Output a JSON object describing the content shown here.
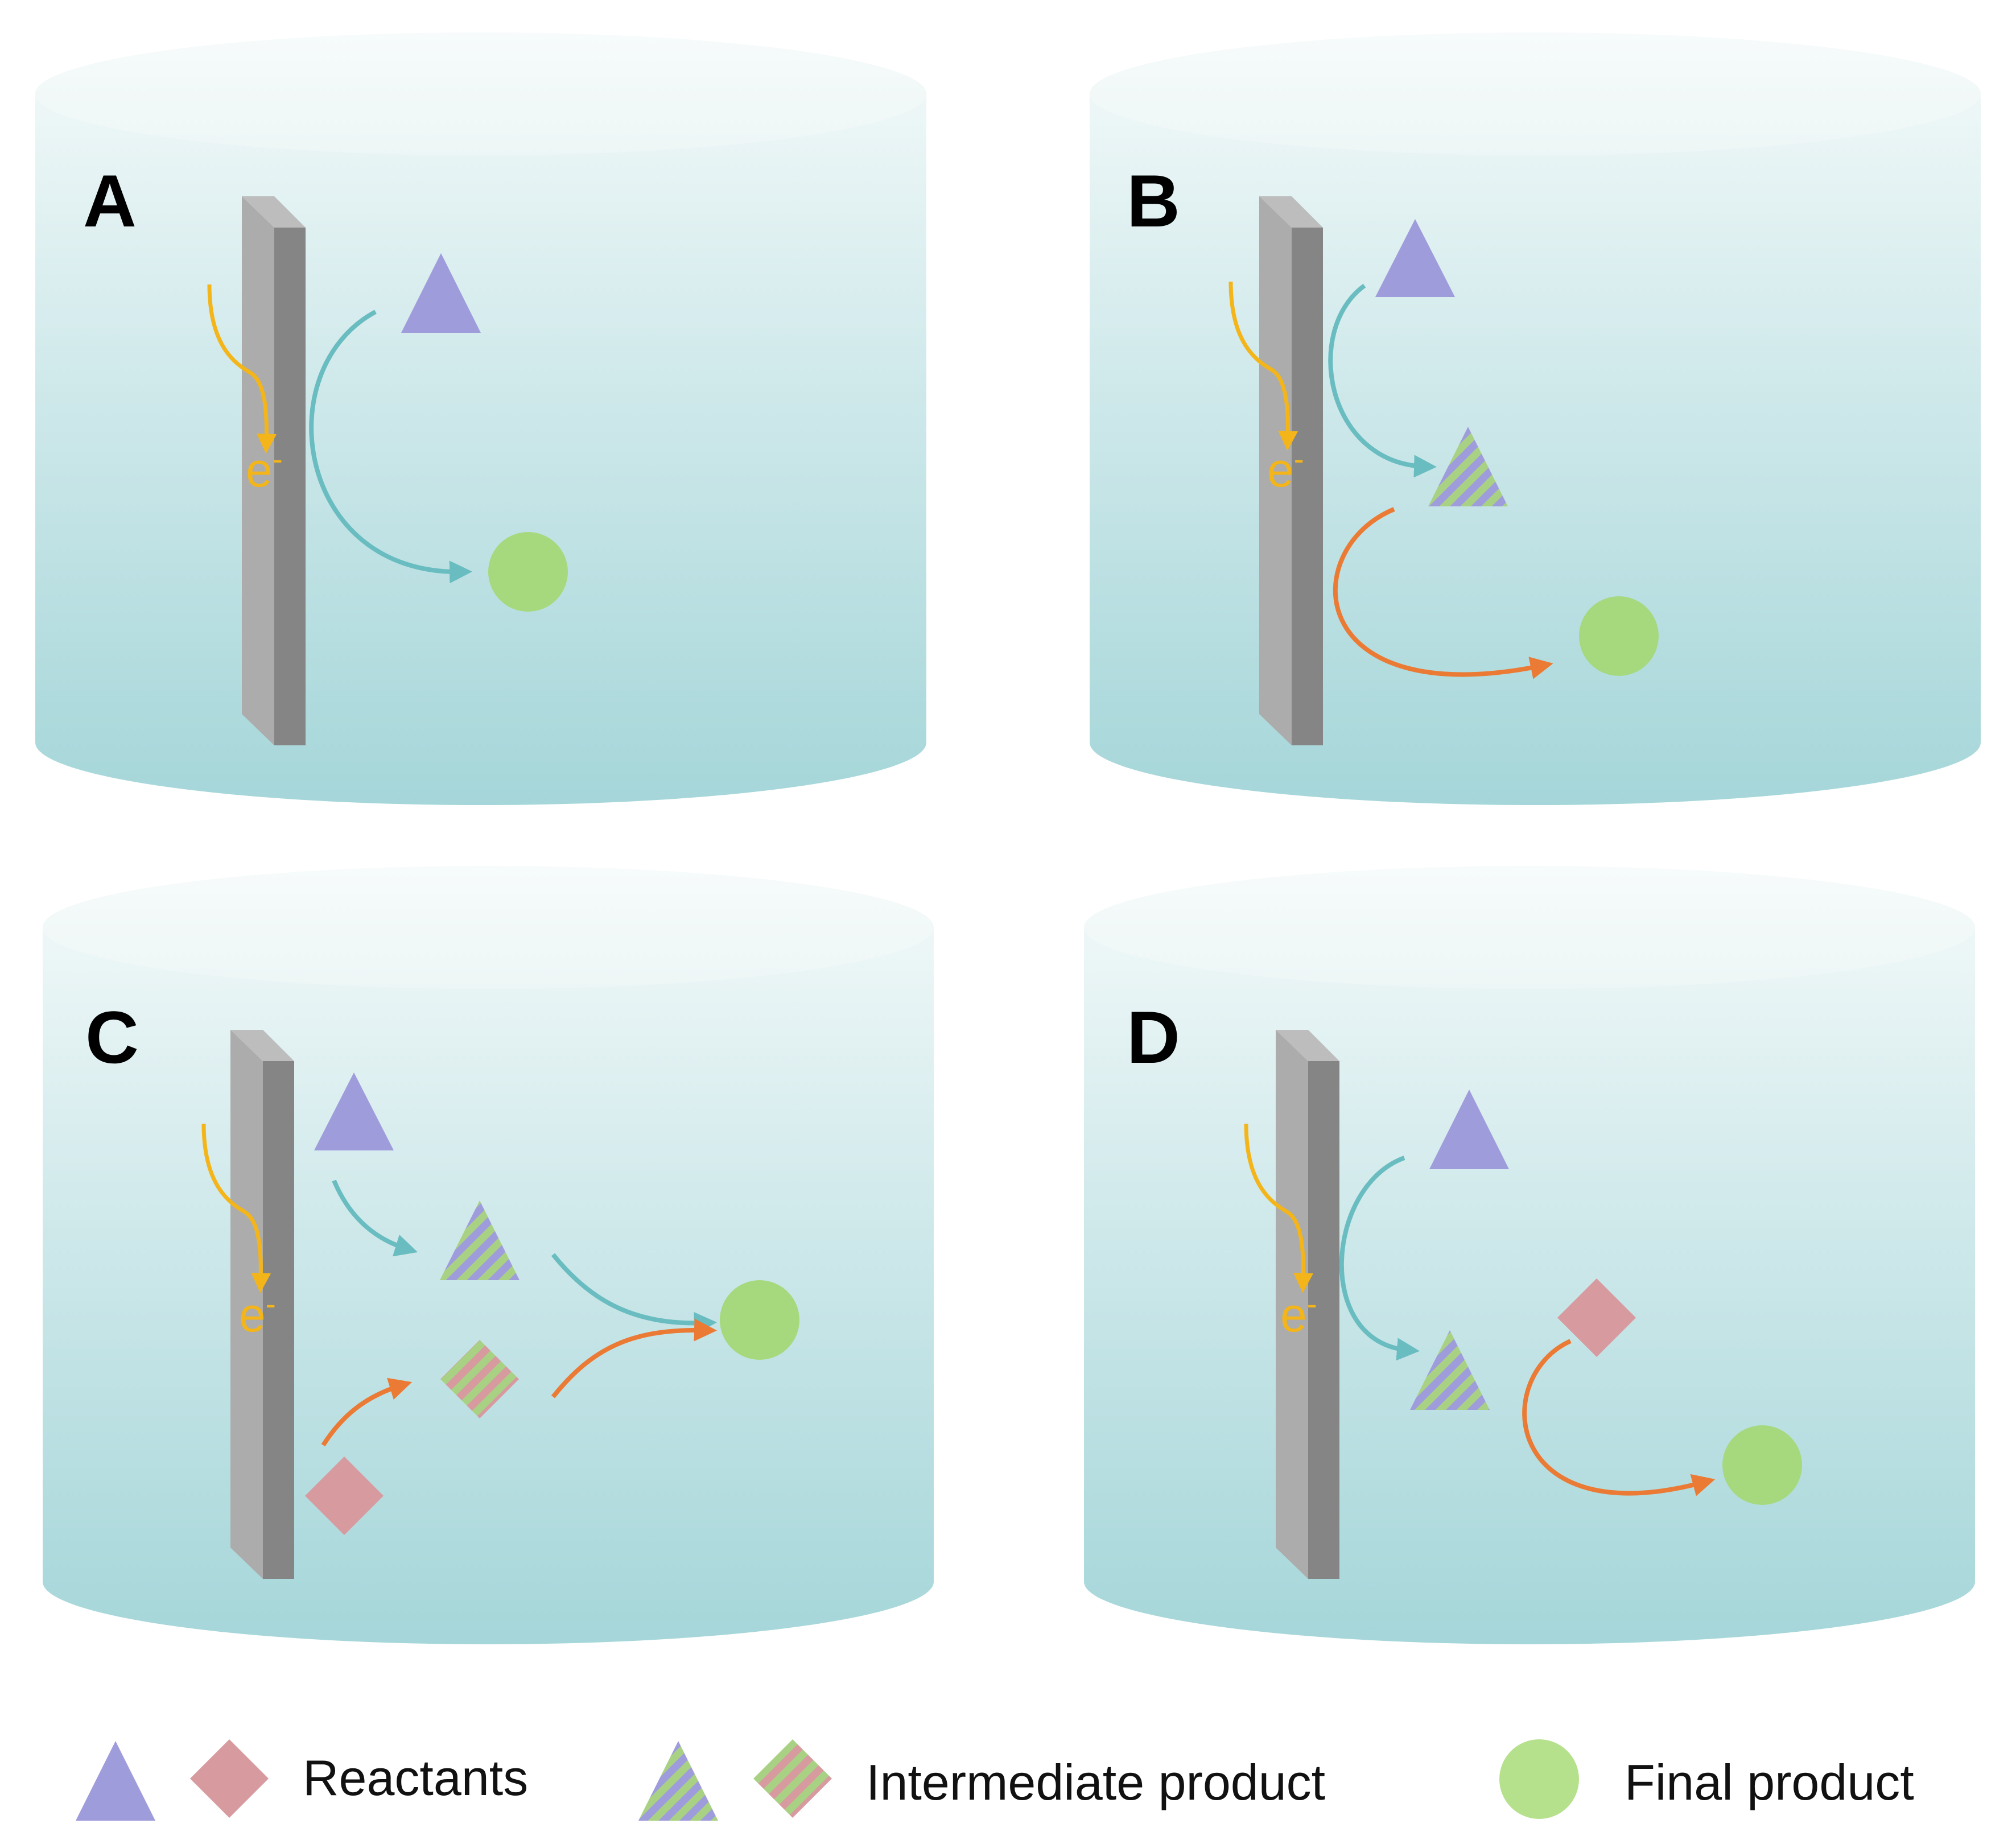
{
  "panels": [
    {
      "id": "A",
      "label": "A"
    },
    {
      "id": "B",
      "label": "B"
    },
    {
      "id": "C",
      "label": "C"
    },
    {
      "id": "D",
      "label": "D"
    }
  ],
  "electron_symbol": "e",
  "electron_charge": "-",
  "legend": {
    "reactants": "Reactants",
    "intermediate": "Intermediate product",
    "final": "Final product"
  },
  "colors": {
    "water_top": "#eef7f7",
    "water_bottom": "#a3d5d8",
    "electrode_front": "#acacac",
    "electrode_side": "#858585",
    "electron_arrow": "#f3b519",
    "teal_arrow": "#69bcc0",
    "orange_arrow": "#eb7a34",
    "reactant_triangle": "#9f9cdc",
    "reactant_diamond": "#d79a9f",
    "final_circle": "#a6d97e",
    "stripe_green": "#a9d184"
  }
}
